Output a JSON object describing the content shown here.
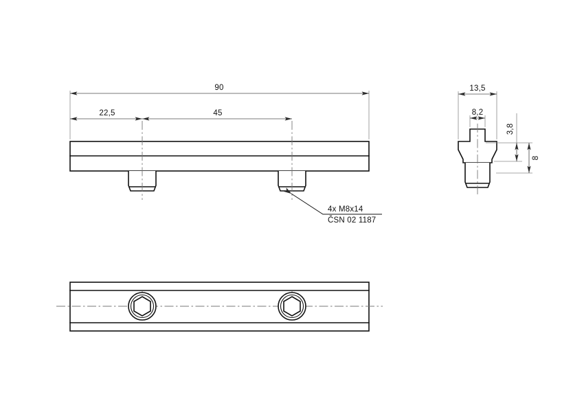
{
  "sheet": {
    "background_color": "#ffffff",
    "line_color": "#111111",
    "dimension_color": "#4d4d4d",
    "center_line_color": "#777777"
  },
  "views": {
    "front": {
      "name": "front-elevation-view",
      "description": "T-slot nut bar shown from the front with two downward screw shanks"
    },
    "side": {
      "name": "side-section-view",
      "description": "Right side profile of T-slot nut with chamfered shoulders and screw shank"
    },
    "bottom": {
      "name": "bottom-plan-view",
      "description": "Plan view of bar showing two hexagon socket screw heads"
    }
  },
  "dimensions": {
    "overall_length": "90",
    "first_hole_offset": "22,5",
    "hole_spacing": "45",
    "flange_width": "13,5",
    "neck_width": "8,2",
    "neck_height": "3,8",
    "total_height": "8"
  },
  "annotation": {
    "line1": "4x M8x14",
    "line2": "ČSN 02 1187"
  }
}
